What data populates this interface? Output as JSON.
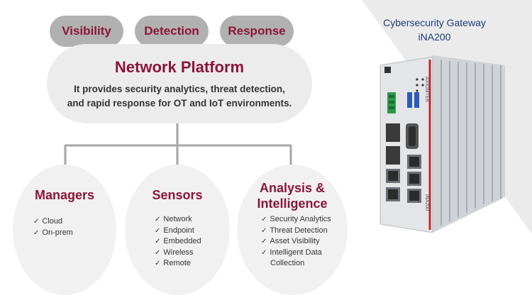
{
  "pills": [
    "Visibility",
    "Detection",
    "Response"
  ],
  "platform": {
    "title": "Network Platform",
    "description_line1": "It provides security analytics, threat detection,",
    "description_line2": "and rapid response for OT and IoT environments."
  },
  "groups": [
    {
      "title_lines": [
        "Managers"
      ],
      "items": [
        "Cloud",
        "On-prem"
      ]
    },
    {
      "title_lines": [
        "Sensors"
      ],
      "items": [
        "Network",
        "Endpoint",
        "Embedded",
        "Wireless",
        "Remote"
      ]
    },
    {
      "title_lines": [
        "Analysis &",
        "Intelligence"
      ],
      "items": [
        "Security Analytics",
        "Threat Detection",
        "Asset Visibility",
        "Intelligent Data",
        "Collection"
      ]
    }
  ],
  "check_symbol": "✓",
  "product": {
    "title_line1": "Cybersecurity Gateway",
    "title_line2": "iNA200",
    "brand_label": "AXIOMTEK",
    "model_label": "iNA200"
  },
  "colors": {
    "accent": "#8b1538",
    "pill": "#b1b1b1",
    "title_blue": "#1f3b7a",
    "connector": "#a6a6a6"
  }
}
